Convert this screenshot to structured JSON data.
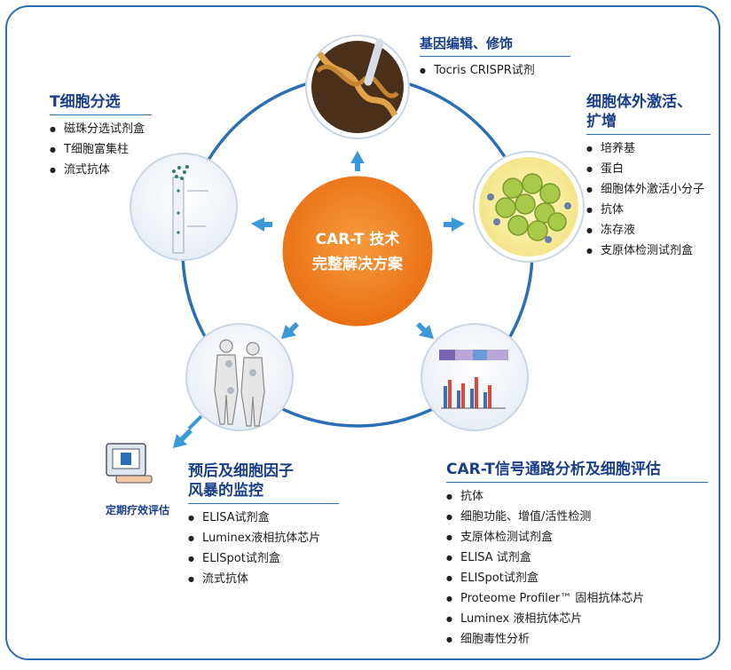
{
  "center": {
    "line1": "CAR-T 技术",
    "line2": "完整解决方案"
  },
  "panels": {
    "gene": {
      "title": "基因编辑、修饰",
      "items": [
        "Tocris CRISPR试剂"
      ]
    },
    "tcell": {
      "title": "T细胞分选",
      "items": [
        "磁珠分选试剂盒",
        "T细胞富集柱",
        "流式抗体"
      ]
    },
    "expand": {
      "title_line1": "细胞体外激活、",
      "title_line2": "扩增",
      "items": [
        "培养基",
        "蛋白",
        "细胞体外激活小分子",
        "抗体",
        "冻存液",
        "支原体检测试剂盒"
      ]
    },
    "monitor": {
      "title_line1": "预后及细胞因子",
      "title_line2": "风暴的监控",
      "items": [
        "ELISA试剂盒",
        "Luminex液相抗体芯片",
        "ELISpot试剂盒",
        "流式抗体"
      ]
    },
    "signal": {
      "title": "CAR-T信号通路分析及细胞评估",
      "items": [
        "抗体",
        "细胞功能、增值/活性检测",
        "支原体检测试剂盒",
        "ELISA 试剂盒",
        "ELISpot试剂盒",
        "Proteome Profiler™ 固相抗体芯片",
        "Luminex 液相抗体芯片",
        "细胞毒性分析"
      ]
    }
  },
  "monitor_device_label": "定期疗效评估",
  "colors": {
    "ring": "#2a6fb5",
    "center": "#f47f20",
    "title": "#1a3f8a",
    "arrow": "#3a9ad9"
  }
}
